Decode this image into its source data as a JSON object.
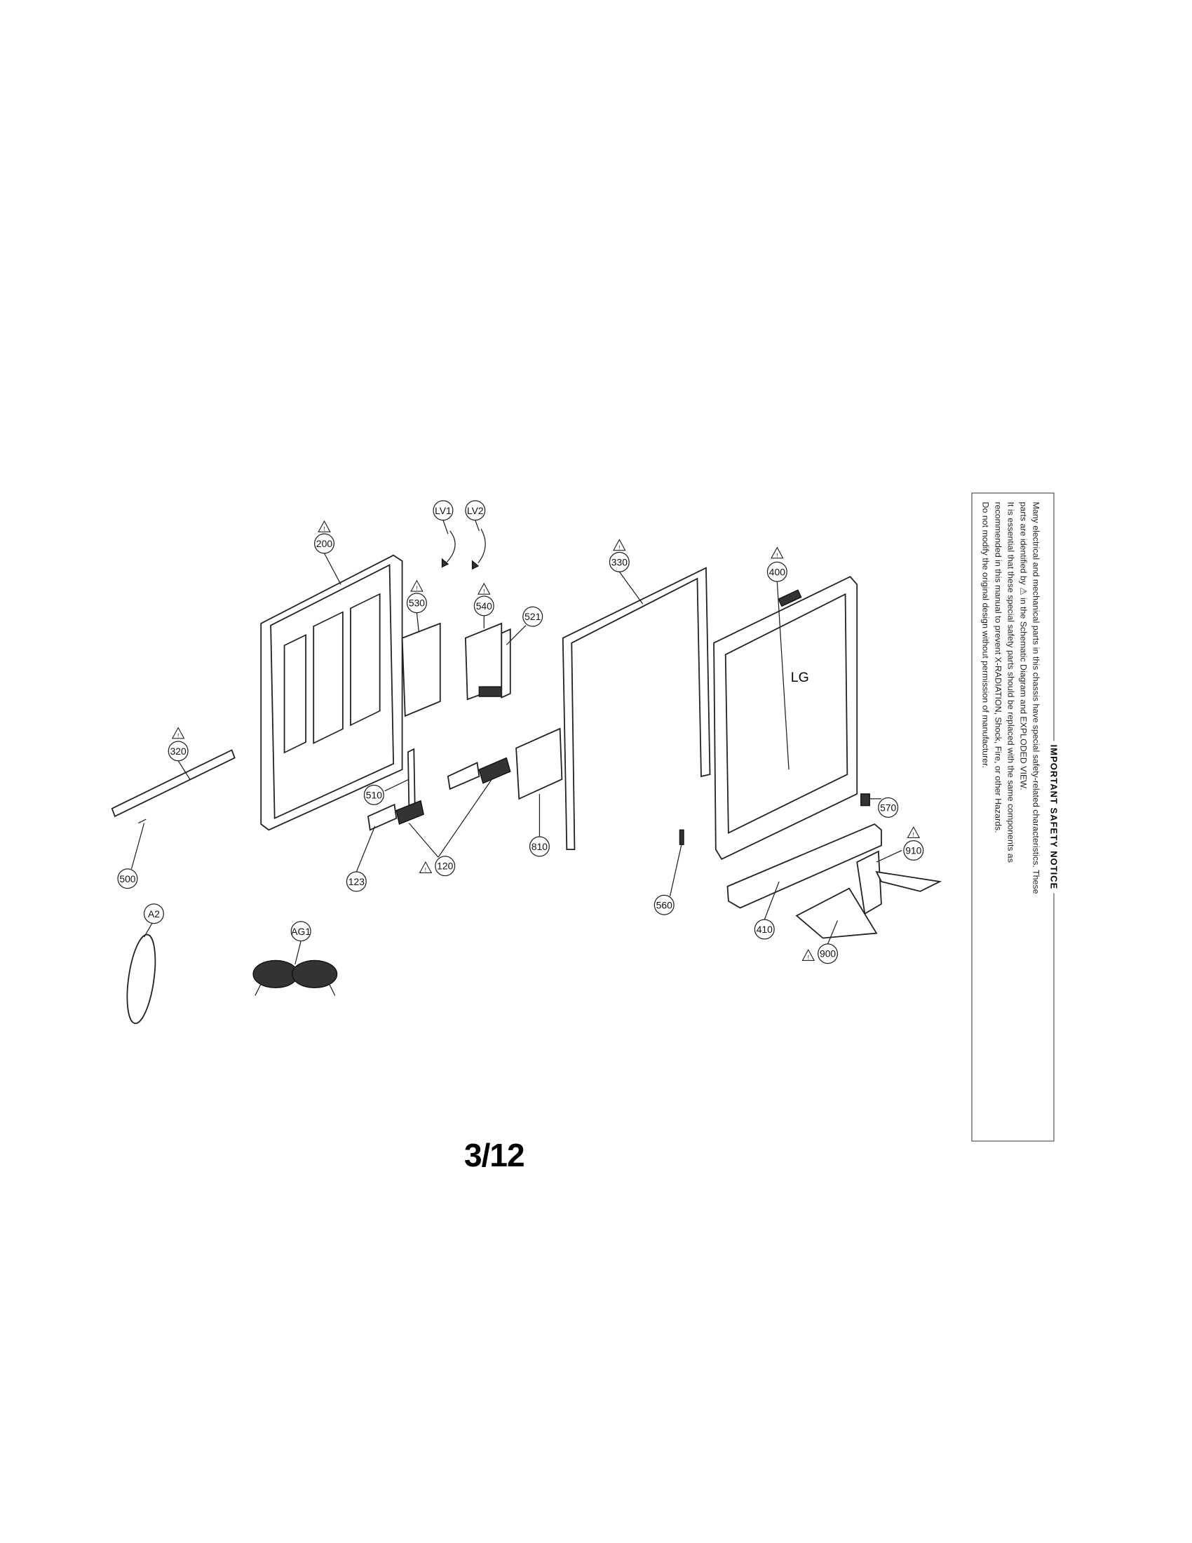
{
  "page_number": "3/12",
  "safety_notice": {
    "title": "IMPORTANT SAFETY NOTICE",
    "lines": [
      "Many electrical and mechanical parts in this chassis have special safety-related characteristics. These",
      "parts are identified by ⚠ in the Schematic Diagram and EXPLODED VIEW.",
      "It is essential that these special safety parts should be replaced with the same components as",
      "recommended in this manual to prevent X-RADIATION, Shock, Fire, or other Hazards.",
      "Do not modify the original design without permission of manufacturer."
    ]
  },
  "warning_symbol": "!",
  "callouts": [
    "200",
    "LV1",
    "LV2",
    "330",
    "400",
    "530",
    "540",
    "521",
    "320",
    "510",
    "570",
    "810",
    "123",
    "120",
    "500",
    "910",
    "560",
    "410",
    "900",
    "A2",
    "AG1"
  ],
  "brand_logo": "LG"
}
